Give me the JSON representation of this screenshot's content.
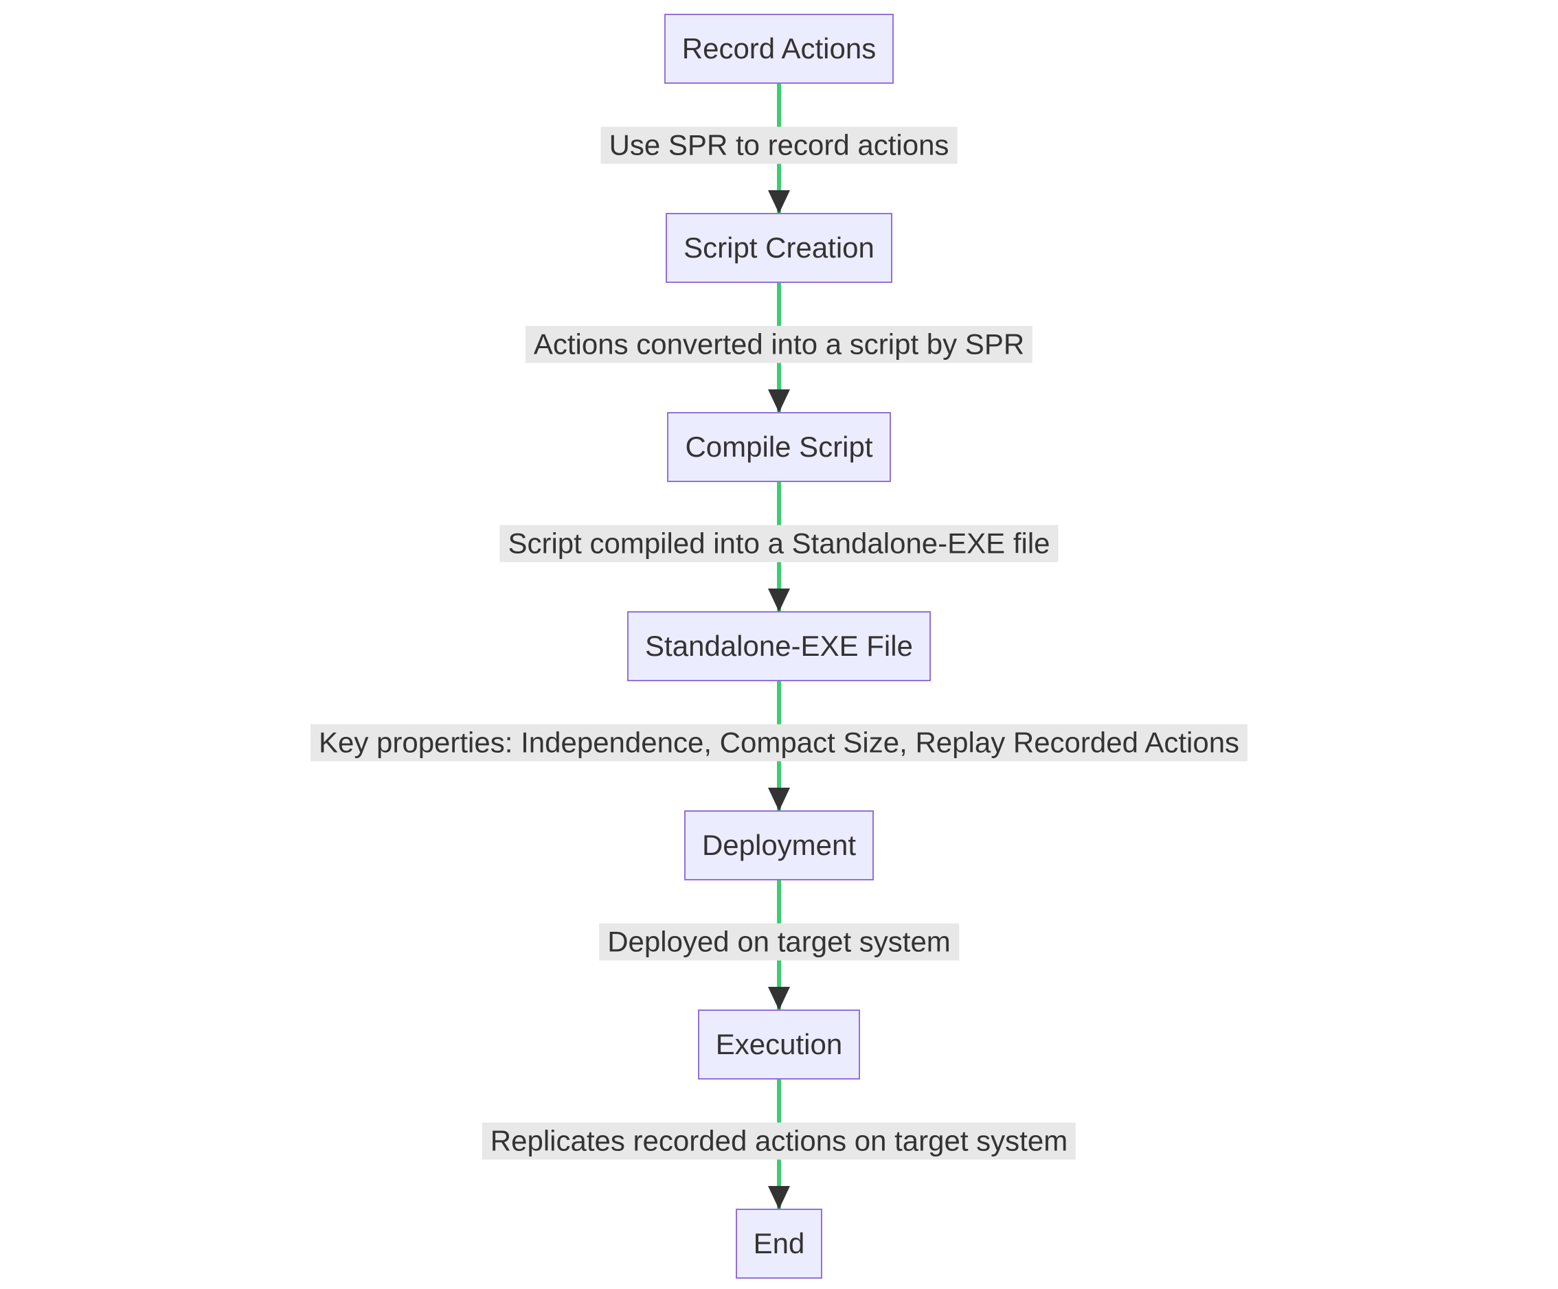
{
  "diagram": {
    "type": "flowchart-vertical",
    "colors": {
      "background": "#ffffff",
      "node_fill": "#ECECFF",
      "node_border": "#9370DB",
      "node_text": "#333333",
      "edge_line": "#3ecb71",
      "arrowhead": "#333333",
      "edge_label_bg": "#e8e8e8",
      "edge_label_text": "#333333"
    },
    "nodes": [
      {
        "id": "record-actions",
        "label": "Record Actions"
      },
      {
        "id": "script-creation",
        "label": "Script Creation"
      },
      {
        "id": "compile-script",
        "label": "Compile Script"
      },
      {
        "id": "standalone-exe-file",
        "label": "Standalone-EXE File"
      },
      {
        "id": "deployment",
        "label": "Deployment"
      },
      {
        "id": "execution",
        "label": "Execution"
      },
      {
        "id": "end",
        "label": "End"
      }
    ],
    "edges": [
      {
        "from": "record-actions",
        "to": "script-creation",
        "label": "Use SPR to record actions"
      },
      {
        "from": "script-creation",
        "to": "compile-script",
        "label": "Actions converted into a script by SPR"
      },
      {
        "from": "compile-script",
        "to": "standalone-exe-file",
        "label": "Script compiled into a Standalone-EXE file"
      },
      {
        "from": "standalone-exe-file",
        "to": "deployment",
        "label": "Key properties: Independence, Compact Size, Replay Recorded Actions"
      },
      {
        "from": "deployment",
        "to": "execution",
        "label": "Deployed on target system"
      },
      {
        "from": "execution",
        "to": "end",
        "label": "Replicates recorded actions on target system"
      }
    ]
  }
}
